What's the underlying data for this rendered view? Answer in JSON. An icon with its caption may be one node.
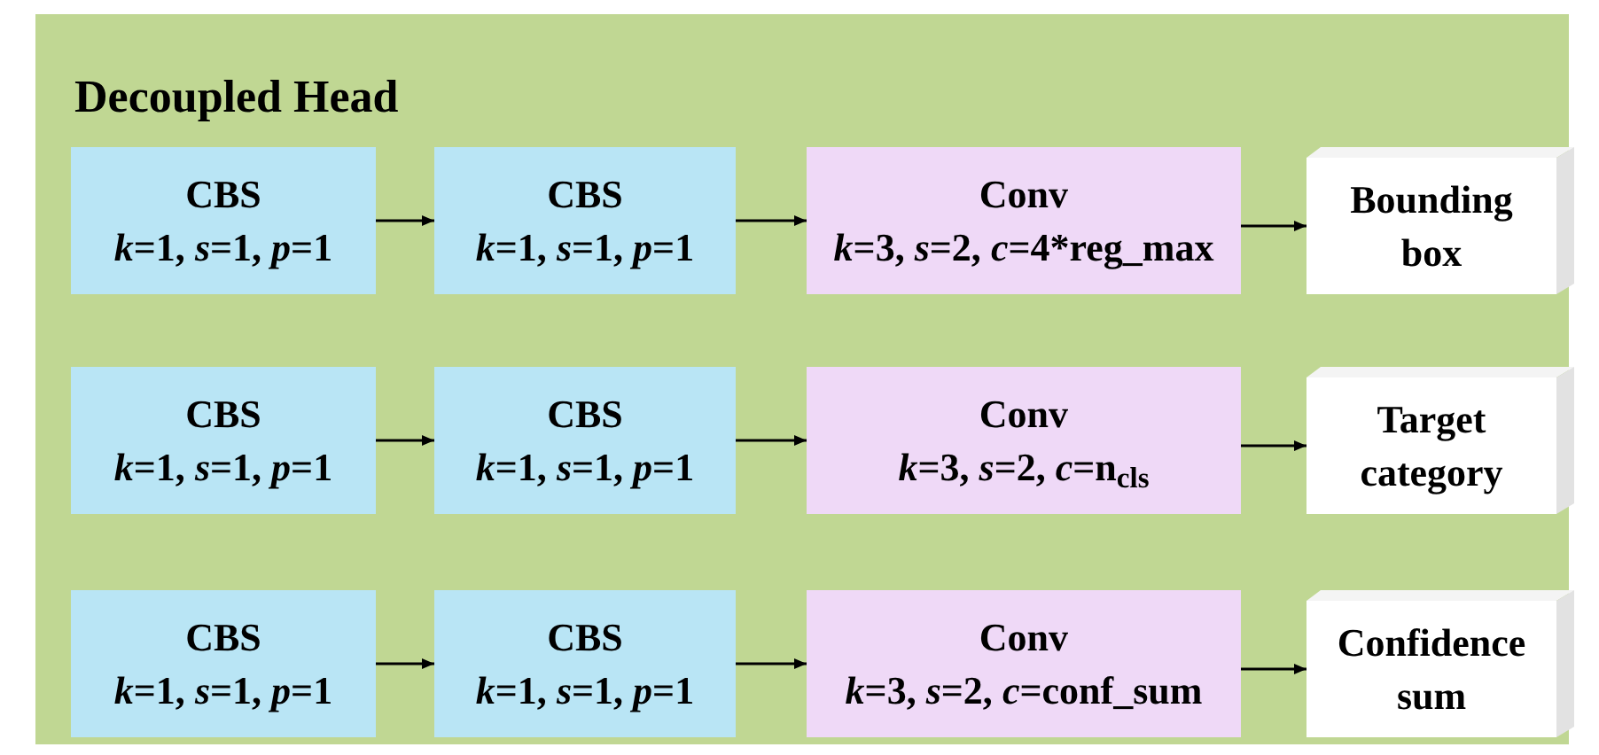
{
  "diagram": {
    "nodes": [
      {
        "text": [
          "Decoupled Head"
        ]
      },
      {
        "text": [
          "CBS",
          "*k*=1, *s*=1, *p*=1"
        ],
        "in": 0
      },
      {
        "text": [
          "CBS",
          "*k*=1, *s*=1, *p*=1"
        ],
        "in": 0
      },
      {
        "text": [
          "Conv",
          "*k*=3, *s*=2, *c*=4*reg_max"
        ],
        "in": 0
      },
      {
        "text": [
          "Bounding box"
        ],
        "in": 0
      },
      {
        "text": [
          "CBS",
          "*k*=1, *s*=1, *p*=1"
        ],
        "in": 0
      },
      {
        "text": [
          "CBS",
          "*k*=1, *s*=1, *p*=1"
        ],
        "in": 0
      },
      {
        "text": [
          "Conv",
          "*k*=3, *s*=2, *c*=n$_{cls}$"
        ],
        "in": 0
      },
      {
        "text": [
          "Target category"
        ],
        "in": 0
      },
      {
        "text": [
          "CBS",
          "*k*=1, *s*=1, *p*=1"
        ],
        "in": 0
      },
      {
        "text": [
          "CBS",
          "*k*=1, *s*=1, *p*=1"
        ],
        "in": 0
      },
      {
        "text": [
          "Conv",
          "*k*=3, *s*=2, *c*=conf_sum"
        ],
        "in": 0
      },
      {
        "text": [
          "Confidence sum"
        ],
        "in": 0
      }
    ],
    "edges": [
      {
        "from": 1,
        "to": 2,
        "arrow": "to"
      },
      {
        "from": 2,
        "to": 3,
        "arrow": "to"
      },
      {
        "from": 3,
        "to": 4,
        "arrow": "to"
      },
      {
        "from": 5,
        "to": 6,
        "arrow": "to"
      },
      {
        "from": 6,
        "to": 7,
        "arrow": "to"
      },
      {
        "from": 7,
        "to": 8,
        "arrow": "to"
      },
      {
        "from": 9,
        "to": 10,
        "arrow": "to"
      },
      {
        "from": 10,
        "to": 11,
        "arrow": "to"
      },
      {
        "from": 11,
        "to": 12,
        "arrow": "to"
      }
    ]
  }
}
